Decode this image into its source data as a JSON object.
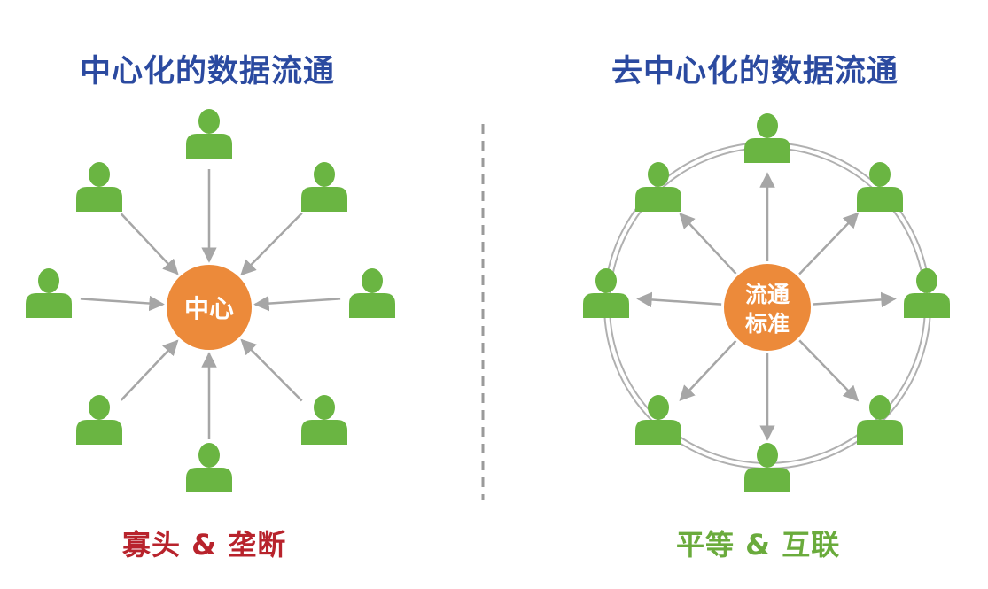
{
  "left_panel": {
    "title": "中心化的数据流通",
    "hub_label": "中心",
    "caption": "寡头 & 垄断",
    "node_count": 8,
    "edge_direction": "inward"
  },
  "right_panel": {
    "title": "去中心化的数据流通",
    "hub_label_line1": "流通",
    "hub_label_line2": "标准",
    "caption": "平等 & 互联",
    "node_count": 8,
    "edge_direction": "outward",
    "ring": true
  },
  "colors": {
    "title_blue": "#2b4aa0",
    "caption_red": "#b8232c",
    "caption_green": "#6aab3c",
    "node_green": "#6ab542",
    "hub_orange": "#ec8a3a",
    "arrow_gray": "#a6a6a6",
    "divider_gray": "#9a9a9a"
  },
  "icons": {
    "node": "person-icon"
  }
}
